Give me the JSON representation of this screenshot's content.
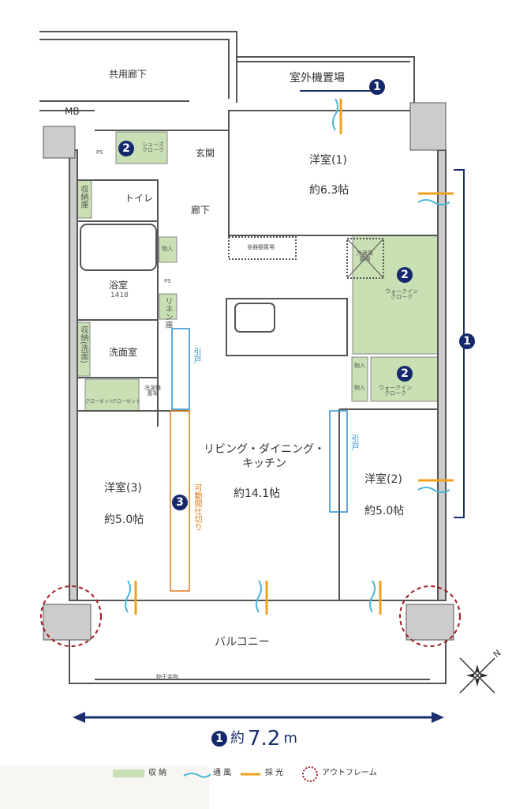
{
  "colors": {
    "storage": "#c9dfb4",
    "wall": "#555555",
    "outframe": "#a01c22",
    "wind": "#4bb6d6",
    "light": "#f0a01e",
    "badge": "#14286b",
    "dimension": "#1b2f6e",
    "sliding_door": "#2a8fd0",
    "movable_partition": "#e07a1a"
  },
  "rooms": {
    "common_corridor": "共用廊下",
    "mb": "MB",
    "outdoor_unit": "室外機置場",
    "entrance": "玄関",
    "corridor": "廊下",
    "toilet": "トイレ",
    "bath": "浴室",
    "bath_size": "1418",
    "washroom": "洗面室",
    "shoes_cloak": "シューズ\nクローク",
    "western1": "洋室(1)",
    "western1_size": "約6.3帖",
    "western2": "洋室(2)",
    "western2_size": "約5.0帖",
    "western3": "洋室(3)",
    "western3_size": "約5.0帖",
    "ldk": "リビング・ダイニング・\nキッチン",
    "ldk_size": "約14.1帖",
    "balcony": "バルコニー",
    "drying_hardware": "物干金物",
    "wic1": "ウォークイン\nクローク",
    "wic2": "ウォークイン\nクローク",
    "ps1": "PS",
    "ps2": "PS",
    "storage_in1": "物入",
    "storage_in2": "物入",
    "storage_in3": "物入",
    "linen": "リネン庫",
    "toilet_storage": "収納庫",
    "wash_storage": "収納(洗面)",
    "closet1": "クローゼット",
    "closet2": "クローゼット",
    "washer": "洗濯機\n置場",
    "cupboard": "食器棚置場",
    "fridge": "冷蔵庫\n置場",
    "sliding_door1": "引戸",
    "sliding_door2": "引戸",
    "movable_partition": "可動間仕切り"
  },
  "badges": {
    "b1_outdoor": "1",
    "b1_right": "1",
    "b2_shoes": "2",
    "b2_wic1": "2",
    "b2_wic2": "2",
    "b3": "3",
    "b1_dim": "1"
  },
  "dimension": {
    "label": "約",
    "value": "7.2",
    "unit": "m"
  },
  "legend": {
    "storage": "収 納",
    "wind": "通 風",
    "light": "採 光",
    "outframe": "アウトフレーム"
  },
  "compass": {
    "north": "N"
  }
}
